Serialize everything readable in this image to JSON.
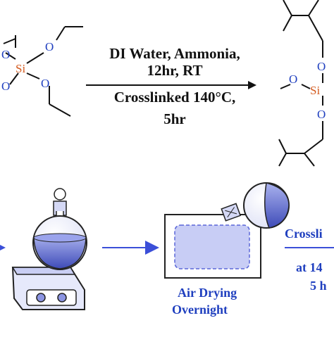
{
  "reaction": {
    "conditions_top": [
      "DI Water, Ammonia,",
      "12hr, RT"
    ],
    "conditions_bottom": [
      "Crosslinked 140°C,",
      "5hr"
    ]
  },
  "atoms": {
    "si": "Si",
    "o": "O"
  },
  "process": {
    "drying_label": [
      "Air Drying",
      "Overnight"
    ],
    "crosslink_label": [
      "Crossli",
      "at 14",
      "5 h"
    ]
  },
  "colors": {
    "silicon": "#d45a1e",
    "oxygen": "#1f3fbf",
    "bond": "#111111",
    "flask_fill": "#7b86e4",
    "dish_fill": "#c8cdf5",
    "arrow_blue": "#3b4fd8"
  }
}
